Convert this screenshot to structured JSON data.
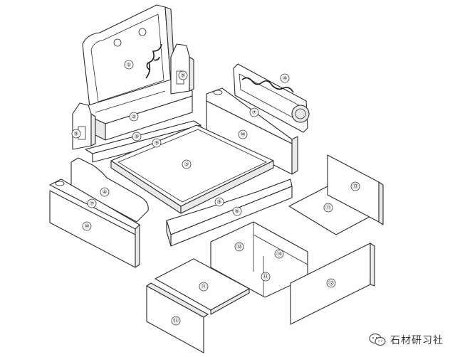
{
  "callouts": [
    "①",
    "②",
    "③",
    "④",
    "⑤",
    "⑥",
    "⑦",
    "⑨",
    "⑩",
    "⑪",
    "⑫",
    "⑬",
    "⑭"
  ],
  "watermark": {
    "text": "石材研习社",
    "icon": "wechat-icon"
  }
}
